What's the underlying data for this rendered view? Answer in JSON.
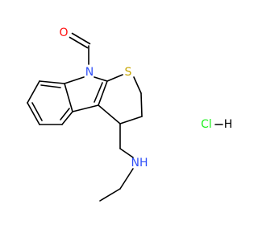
{
  "diagram": {
    "atoms": {
      "oxygen": {
        "label": "O",
        "color": "#ff0d0d"
      },
      "ring_nitrogen": {
        "label": "N",
        "color": "#3050f8"
      },
      "sulfur": {
        "label": "S",
        "color": "#c6a600"
      },
      "amine": {
        "label": "NH",
        "color": "#3050f8"
      },
      "chlorine": {
        "label": "Cl",
        "color": "#1ff01f"
      },
      "hydrogen": {
        "label": "H",
        "color": "#000000"
      }
    },
    "bond_color": "#000000"
  }
}
